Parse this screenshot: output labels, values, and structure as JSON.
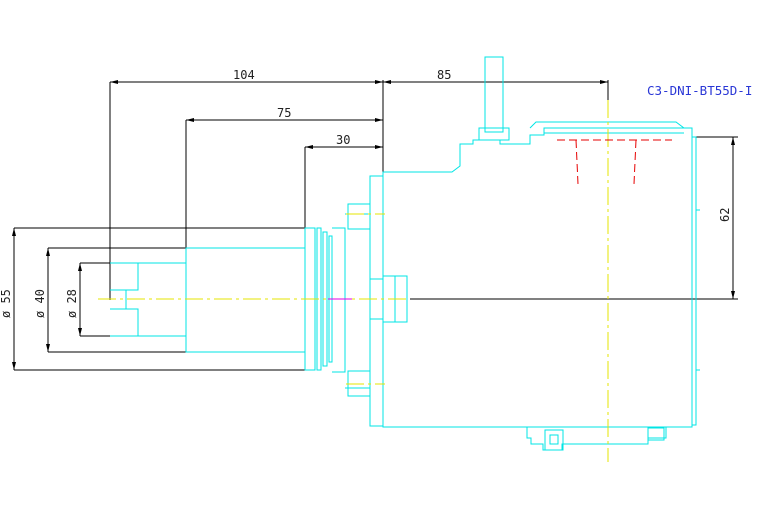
{
  "drawing": {
    "title": "C3-DNI-BT55D-I",
    "dimensions": {
      "overall_length": "104",
      "middle_length": "75",
      "short_length": "30",
      "right_length": "85",
      "height": "62",
      "dia_outer": "ø 55",
      "dia_mid": "ø 40",
      "dia_inner": "ø 28"
    }
  },
  "colors": {
    "outline": "#00e5e5",
    "dimension": "#000000",
    "centerline": "#e6e600",
    "hidden": "#e60000",
    "magenta": "#e600e6",
    "title": "#2a37d6"
  }
}
